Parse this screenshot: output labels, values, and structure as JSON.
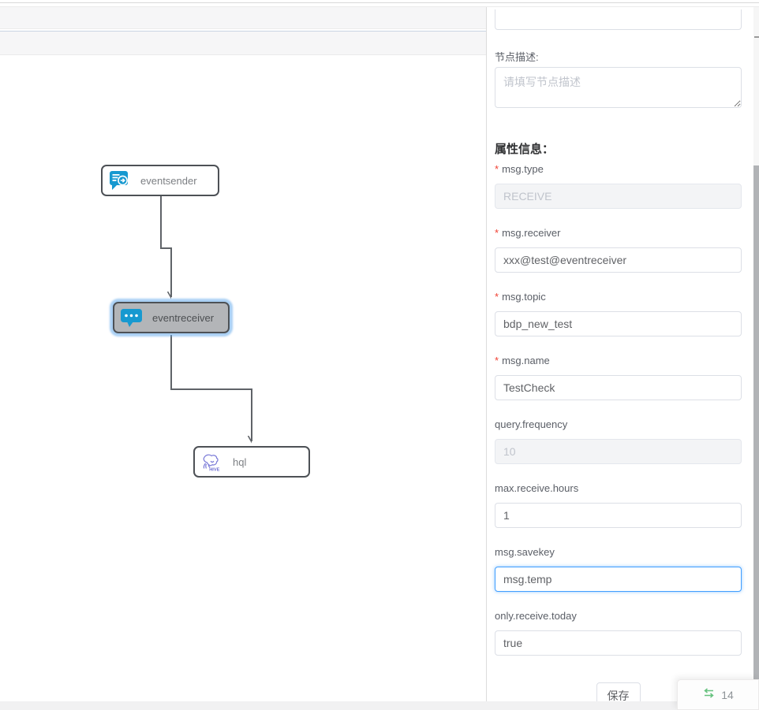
{
  "canvas": {
    "nodes": [
      {
        "id": "eventsender",
        "label": "eventsender",
        "icon": "event-sender-icon",
        "selected": false
      },
      {
        "id": "eventreceiver",
        "label": "eventreceiver",
        "icon": "event-receiver-icon",
        "selected": true
      },
      {
        "id": "hql",
        "label": "hql",
        "icon": "hive-icon",
        "selected": false
      }
    ],
    "edges": [
      {
        "from": "eventsender",
        "to": "eventreceiver"
      },
      {
        "from": "eventreceiver",
        "to": "hql"
      }
    ]
  },
  "panel": {
    "node_desc_label": "节点描述:",
    "node_desc_placeholder": "请填写节点描述",
    "section_title": "属性信息：",
    "fields": [
      {
        "label": "msg.type",
        "required": true,
        "value": "RECEIVE",
        "disabled": true,
        "focused": false
      },
      {
        "label": "msg.receiver",
        "required": true,
        "value": "xxx@test@eventreceiver",
        "disabled": false,
        "focused": false
      },
      {
        "label": "msg.topic",
        "required": true,
        "value": "bdp_new_test",
        "disabled": false,
        "focused": false
      },
      {
        "label": "msg.name",
        "required": true,
        "value": "TestCheck",
        "disabled": false,
        "focused": false
      },
      {
        "label": "query.frequency",
        "required": false,
        "value": "10",
        "disabled": true,
        "focused": false
      },
      {
        "label": "max.receive.hours",
        "required": false,
        "value": "1",
        "disabled": false,
        "focused": false
      },
      {
        "label": "msg.savekey",
        "required": false,
        "value": "msg.temp",
        "disabled": false,
        "focused": true
      },
      {
        "label": "only.receive.today",
        "required": false,
        "value": "true",
        "disabled": false,
        "focused": false
      }
    ],
    "save_button": "保存"
  },
  "badge": {
    "icon": "swap-arrows-icon",
    "count": "14"
  },
  "colors": {
    "node_icon_blue": "#1799d0",
    "hive_purple": "#7b7bd8",
    "focus_blue": "#409eff",
    "required_red": "#f04134",
    "badge_green": "#67c27f",
    "edge_gray": "#5f6368",
    "selected_node_bg": "#b3b5b8"
  }
}
